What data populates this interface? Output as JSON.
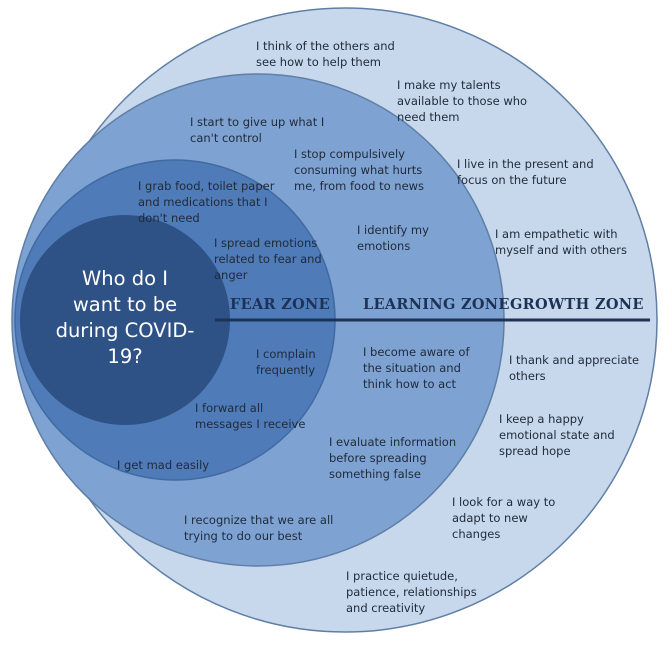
{
  "colors": {
    "outer_ring": "#c7d8ec",
    "middle_ring": "#7ea2d2",
    "fear_ring": "#4f7bb8",
    "core": "#2e5286",
    "divider": "#1c3356",
    "outline": "#5f7fa6"
  },
  "center_question": "Who do I\nwant to be\nduring COVID-\n19?",
  "zones": {
    "fear": "FEAR ZONE",
    "learning": "LEARNING ZONE",
    "growth": "GROWTH ZONE"
  },
  "fear_zone_items": [
    "I grab food, toilet paper\nand medications that I\ndon't need",
    "I spread emotions\nrelated to fear and\nanger",
    "I complain\nfrequently",
    "I forward all\nmessages I receive",
    "I get mad easily"
  ],
  "learning_zone_items": [
    "I start to give up what I\ncan't control",
    "I stop compulsively\nconsuming what hurts\nme, from food to news",
    "I identify my\nemotions",
    "I become aware of\nthe situation and\nthink how to act",
    "I evaluate information\nbefore spreading\nsomething false",
    "I recognize that we are all\ntrying to do our best"
  ],
  "growth_zone_items": [
    "I think of the others and\nsee how to help them",
    "I make my talents\navailable to those who\nneed them",
    "I live in the present and\nfocus on the future",
    "I am empathetic with\nmyself and with others",
    "I thank and appreciate\nothers",
    "I keep a happy\nemotional state and\nspread hope",
    "I look for a way to\nadapt to new\nchanges",
    "I practice quietude,\npatience, relationships\nand creativity"
  ]
}
